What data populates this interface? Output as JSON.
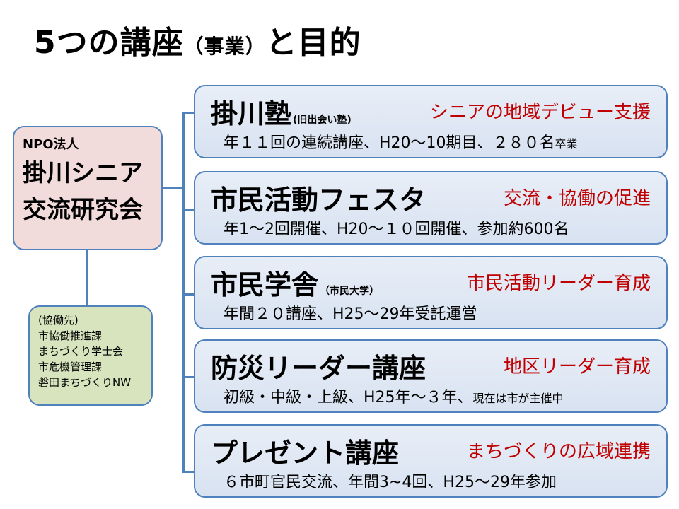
{
  "title": {
    "main": "5つの講座",
    "paren": "（事業）",
    "tail": "と目的"
  },
  "organization": {
    "label": "NPO法人",
    "name_line1": "掛川シニア",
    "name_line2": "交流研究会"
  },
  "partners": {
    "header": "(協働先)",
    "items": [
      "市協働推進課",
      "まちづくり学士会",
      "市危機管理課",
      "磐田まちづくりNW"
    ]
  },
  "courses": [
    {
      "name": "掛川塾",
      "sub": "(旧出会い塾)",
      "goal": "シニアの地域デビュー支援",
      "detail": "年１１回の連続講座、H20〜10期目、２８０名",
      "detail_small": "卒業"
    },
    {
      "name": "市民活動フェスタ",
      "sub": "",
      "goal": "交流・協働の促進",
      "detail": "年1〜2回開催、H20〜１０回開催、参加約600名",
      "detail_small": ""
    },
    {
      "name": "市民学舎",
      "sub": "（市民大学）",
      "goal": "市民活動リーダー育成",
      "detail": "年間２０講座、H25〜29年受託運営",
      "detail_small": ""
    },
    {
      "name": "防災リーダー講座",
      "sub": "",
      "goal": "地区リーダー育成",
      "detail": "初級・中級・上級、H25年〜３年、",
      "detail_small": "現在は市が主催中"
    },
    {
      "name": "プレゼント講座",
      "sub": "",
      "goal": "まちづくりの広域連携",
      "detail": "６市町官民交流、年間3~4回、H25〜29年参加",
      "detail_small": ""
    }
  ],
  "colors": {
    "line": "#4f81bd",
    "goal_text": "#c00000",
    "org_fill": "#f2dcdb",
    "partner_fill": "#d7e4bd",
    "box_fill": "#dce6f2"
  }
}
